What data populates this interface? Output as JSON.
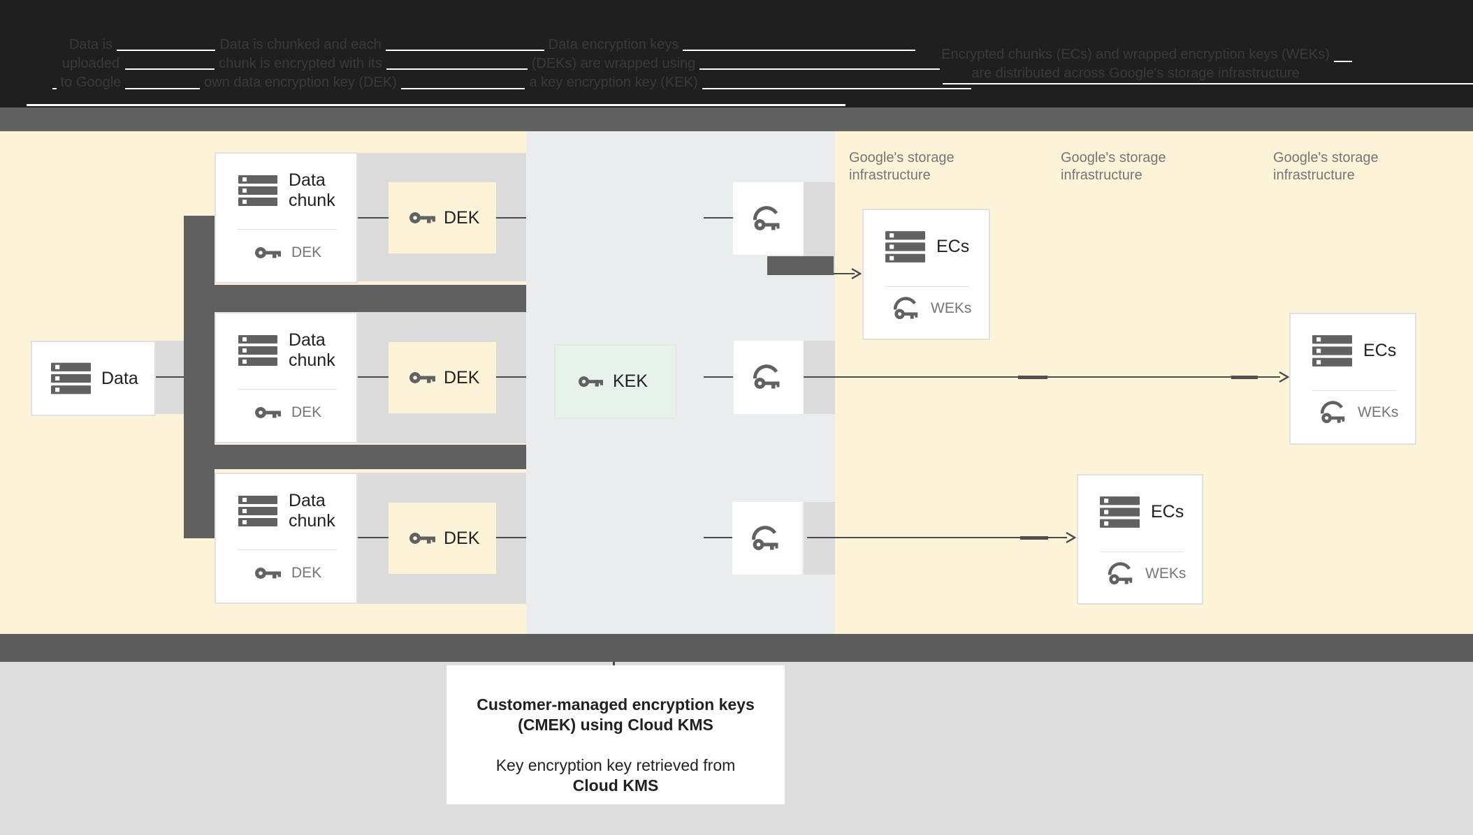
{
  "header": {
    "columns": [
      {
        "lines": [
          "Data is",
          "uploaded",
          "to Google"
        ]
      },
      {
        "lines": [
          "Data is chunked and each",
          "chunk is encrypted with its",
          "own data encryption key (DEK)"
        ]
      },
      {
        "lines": [
          "Data encryption keys",
          "(DEKs) are wrapped using",
          "a key encryption key (KEK)"
        ]
      },
      {
        "lines": [
          "Encrypted chunks (ECs) and wrapped encryption keys (WEKs)",
          "are distributed across Google's storage infrastructure"
        ]
      }
    ]
  },
  "diagram": {
    "data_box": {
      "label": "Data"
    },
    "chunks": [
      {
        "title_line1": "Data",
        "title_line2": "chunk",
        "key_label": "DEK"
      },
      {
        "title_line1": "Data",
        "title_line2": "chunk",
        "key_label": "DEK"
      },
      {
        "title_line1": "Data",
        "title_line2": "chunk",
        "key_label": "DEK"
      }
    ],
    "dek_boxes": [
      {
        "label": "DEK"
      },
      {
        "label": "DEK"
      },
      {
        "label": "DEK"
      }
    ],
    "kek_box": {
      "label": "KEK"
    },
    "storage_labels": [
      {
        "line1": "Google's storage",
        "line2": "infrastructure"
      },
      {
        "line1": "Google's storage",
        "line2": "infrastructure"
      },
      {
        "line1": "Google's storage",
        "line2": "infrastructure"
      }
    ],
    "ecs_boxes": [
      {
        "title": "ECs",
        "key_label": "WEKs"
      },
      {
        "title": "ECs",
        "key_label": "WEKs"
      },
      {
        "title": "ECs",
        "key_label": "WEKs"
      }
    ]
  },
  "caption": {
    "line1": "Customer-managed encryption keys",
    "line2": "(CMEK) using Cloud KMS",
    "line3": "Key encryption key retrieved from",
    "line4": "Cloud KMS"
  },
  "colors": {
    "background_yellow": "#FCF3D9",
    "background_bluegray": "#E9EDEE",
    "connector_gray": "#DBDBDB",
    "dark_connector_gray": "#5F5F5F",
    "kek_green": "#E7F2EB",
    "icon_gray": "#616161",
    "muted_text_gray": "#757575"
  }
}
